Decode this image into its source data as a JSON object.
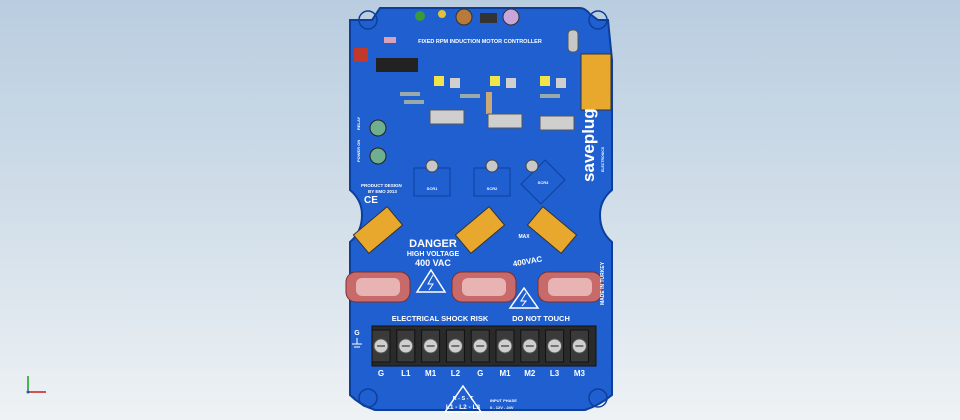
{
  "board": {
    "title": "FIXED RPM INDUCTION MOTOR CONTROLLER",
    "brand": "saveplug",
    "brand_sub": "ELECTRONICS",
    "ce_mark": "CE",
    "design_lines": [
      "PRODUCT DESIGN",
      "BY EMO 2013"
    ],
    "relay_label": "RELAY",
    "power_label": "POWER ON",
    "made_in": "MADE IN TURKEY",
    "colors": {
      "pcb": "#1f5fd0",
      "pcb_edge": "#0d3f9a",
      "pad": "#e8a82e",
      "terminal": "#2a2a2a",
      "toroid": "#d37d7d"
    }
  },
  "warnings": {
    "danger": "DANGER",
    "high_voltage": "HIGH VOLTAGE",
    "voltage_value": "400 VAC",
    "max_label": "MAX",
    "max_voltage": "400VAC",
    "shock_text": "ELECTRICAL SHOCK RISK",
    "touch_text": "DO NOT TOUCH"
  },
  "scrs": [
    "SCR1",
    "SCR2",
    "SCR3"
  ],
  "ground_label": "G",
  "terminals": [
    "G",
    "L1",
    "M1",
    "L2",
    "G",
    "M1",
    "M2",
    "L3",
    "M3"
  ],
  "input_phase": {
    "line1": "R - S - T",
    "line2": "L1 - L2 - L3",
    "line3": "INPUT PHASE",
    "line4": "0 - 12V - 24V"
  },
  "axis_triad": {
    "x_color": "#d01a1a",
    "y_color": "#18a018"
  }
}
